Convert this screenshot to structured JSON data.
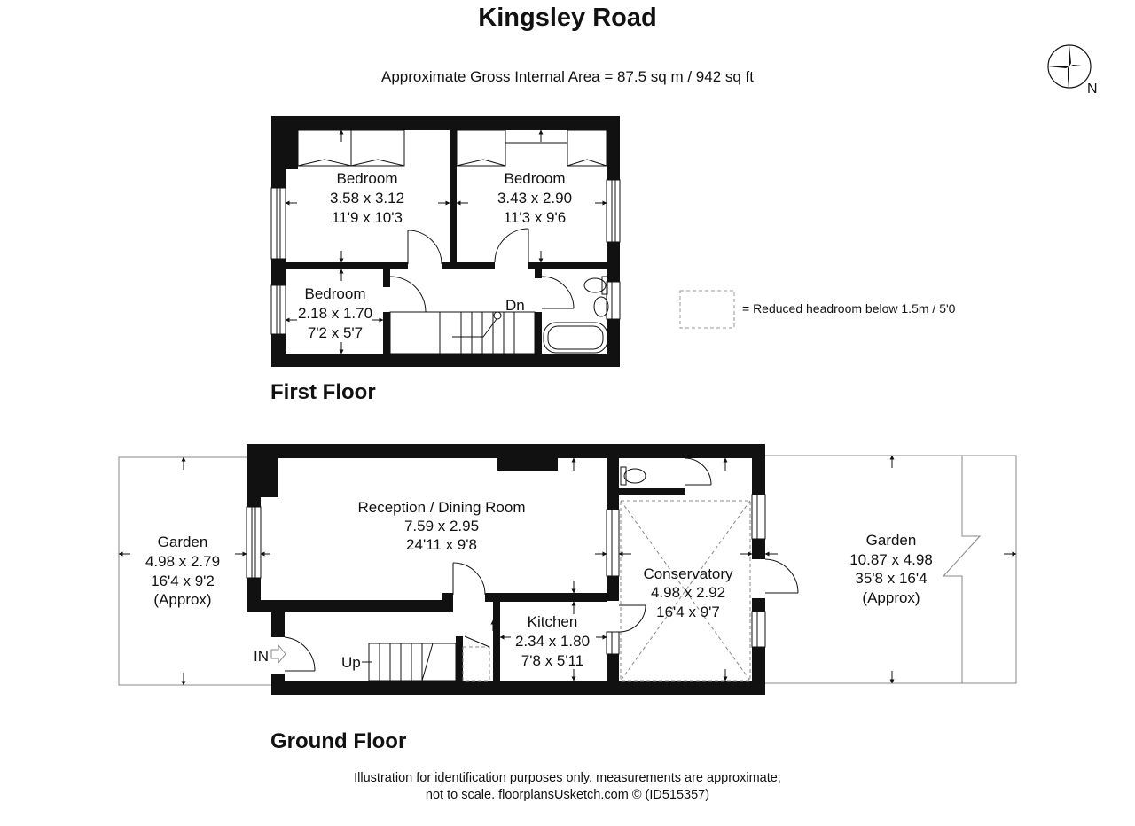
{
  "title": "Kingsley Road",
  "subtitle": "Approximate Gross Internal Area = 87.5 sq m / 942 sq ft",
  "compass": {
    "icon": "compass-icon",
    "label": "N"
  },
  "legend": {
    "text": "= Reduced headroom below 1.5m / 5'0"
  },
  "first_floor": {
    "label": "First Floor",
    "rooms": [
      {
        "name": "Bedroom",
        "metric": "3.58 x 3.12",
        "imperial": "11'9 x 10'3"
      },
      {
        "name": "Bedroom",
        "metric": "3.43 x 2.90",
        "imperial": "11'3 x 9'6"
      },
      {
        "name": "Bedroom",
        "metric": "2.18 x 1.70",
        "imperial": "7'2 x 5'7"
      }
    ],
    "stairs_label": "Dn"
  },
  "ground_floor": {
    "label": "Ground Floor",
    "rooms": [
      {
        "name": "Reception / Dining Room",
        "metric": "7.59 x 2.95",
        "imperial": "24'11 x 9'8"
      },
      {
        "name": "Kitchen",
        "metric": "2.34 x 1.80",
        "imperial": "7'8 x 5'11"
      },
      {
        "name": "Conservatory",
        "metric": "4.98 x 2.92",
        "imperial": "16'4 x 9'7"
      }
    ],
    "gardens": [
      {
        "name": "Garden",
        "metric": "4.98 x 2.79",
        "imperial": "16'4 x 9'2",
        "note": "(Approx)"
      },
      {
        "name": "Garden",
        "metric": "10.87 x 4.98",
        "imperial": "35'8 x 16'4",
        "note": "(Approx)"
      }
    ],
    "entrance_label": "IN",
    "stairs_label": "Up"
  },
  "footer": {
    "line1": "Illustration for identification purposes only, measurements are approximate,",
    "line2": "not to scale. floorplansUsketch.com © (ID515357)"
  }
}
